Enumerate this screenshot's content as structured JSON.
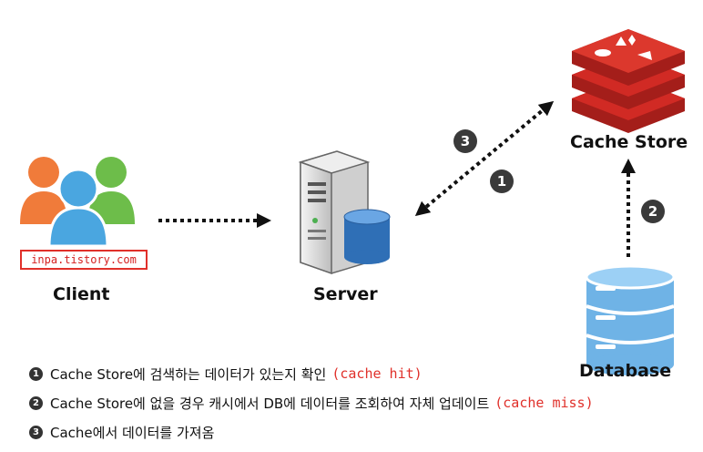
{
  "nodes": {
    "client": "Client",
    "server": "Server",
    "cache_store": "Cache Store",
    "database": "Database"
  },
  "watermark": "inpa.tistory.com",
  "badges": {
    "one": "1",
    "two": "2",
    "three": "3"
  },
  "legend": [
    {
      "num": "1",
      "text": "Cache Store에 검색하는 데이터가 있는지 확인",
      "highlight": "(cache hit)"
    },
    {
      "num": "2",
      "text": "Cache Store에 없을 경우 캐시에서 DB에 데이터를 조회하여 자체 업데이트",
      "highlight": "(cache miss)"
    },
    {
      "num": "3",
      "text": "Cache에서 데이터를 가져옴",
      "highlight": ""
    }
  ],
  "colors": {
    "accent_red": "#e0302a",
    "redis_red": "#d12a24",
    "server_gray": "#dcdcdc",
    "db_blue": "#6fb3e6",
    "client_orange": "#f07b3a",
    "client_green": "#6dbd4a",
    "client_blue": "#4aa6e0"
  },
  "icons": {
    "client": "users-group-icon",
    "server": "server-tower-icon",
    "cache": "redis-logo-icon",
    "database": "database-cylinder-icon"
  }
}
